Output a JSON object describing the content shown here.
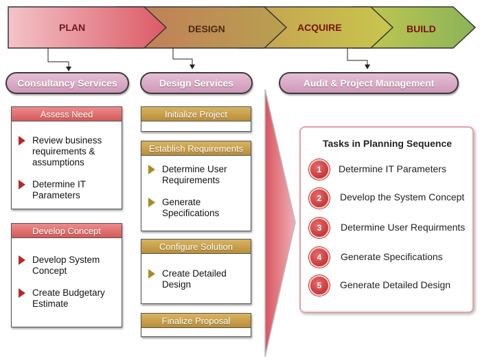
{
  "phases": [
    "PLAN",
    "DESIGN",
    "ACQUIRE",
    "BUILD"
  ],
  "services": {
    "consultancy": "Consultancy Services",
    "design": "Design Services",
    "audit": "Audit & Project Management"
  },
  "assess_need": {
    "title": "Assess Need",
    "items": [
      "Review business requirements & assumptions",
      "Determine IT Parameters"
    ]
  },
  "develop_concept": {
    "title": "Develop Concept",
    "items": [
      "Develop System Concept",
      "Create Budgetary Estimate"
    ]
  },
  "initialize_project": {
    "title": "Initialize Project"
  },
  "establish_requirements": {
    "title": "Establish Requirements",
    "items": [
      "Determine User Requirements",
      "Generate Specifications"
    ]
  },
  "configure_solution": {
    "title": "Configure Solution",
    "items": [
      "Create Detailed Design"
    ]
  },
  "finalize_proposal": {
    "title": "Finalize Proposal"
  },
  "tasks": {
    "title": "Tasks in Planning Sequence",
    "items": [
      {
        "num": "1",
        "label": "Determine IT Parameters"
      },
      {
        "num": "2",
        "label": "Develop the System Concept"
      },
      {
        "num": "3",
        "label": "Determine User Requirments"
      },
      {
        "num": "4",
        "label": "Generate Specifications"
      },
      {
        "num": "5",
        "label": "Generate Detailed Design"
      }
    ]
  },
  "colors": {
    "plan": "#e0606a",
    "design": "#b89a4a",
    "acquire": "#c8c04a",
    "build": "#90b858",
    "accent_red": "#d45a5a",
    "accent_gold": "#b98d38",
    "pill": "#d6a6c4"
  }
}
